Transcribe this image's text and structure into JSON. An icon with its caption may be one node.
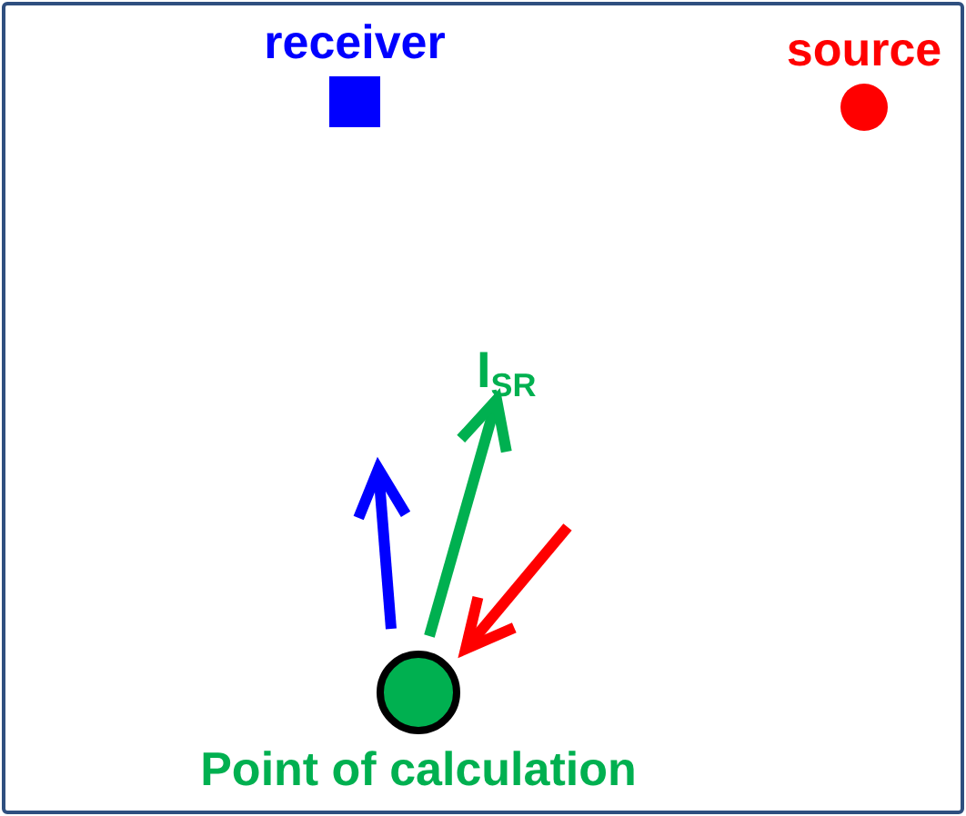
{
  "diagram": {
    "nodes": [
      {
        "text": [
          "receiver"
        ]
      },
      {
        "text": [
          "source"
        ]
      },
      {
        "text": [
          "Point of calculation"
        ]
      }
    ],
    "labels": [
      "I$_{SR}$"
    ]
  }
}
